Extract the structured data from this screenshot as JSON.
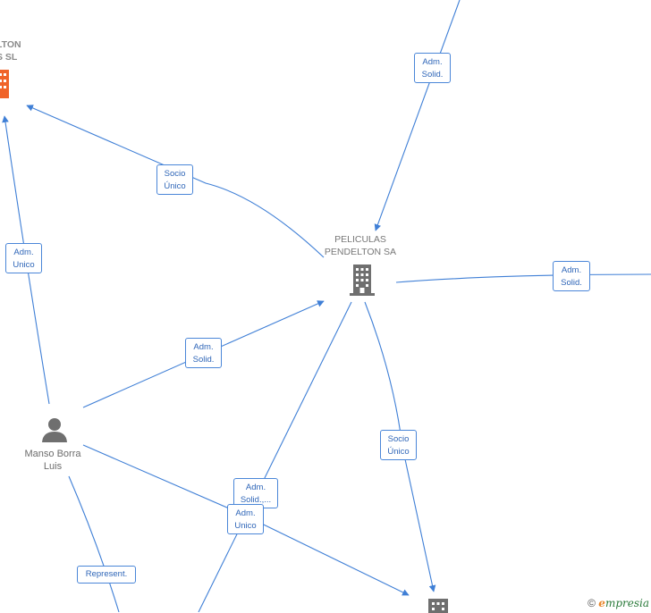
{
  "nodes": {
    "peliculas": {
      "name_line1": "PELICULAS",
      "name_line2": "PENDELTON SA"
    },
    "top_left": {
      "name_line1": "LTON",
      "name_line2": "S  SL"
    },
    "person": {
      "name_line1": "Manso Borra",
      "name_line2": "Luis"
    }
  },
  "edges": {
    "adm_solid_top": "Adm.\nSolid.",
    "socio_unico_tl": "Socio\nÚnico",
    "adm_unico_left": "Adm.\nUnico",
    "adm_solid_right": "Adm.\nSolid.",
    "adm_solid_person": "Adm.\nSolid.",
    "socio_unico_bottom": "Socio\nÚnico",
    "adm_solid_trunc": "Adm.\nSolid.,...",
    "adm_unico_bottom": "Adm.\nUnico",
    "represent": "Represent."
  },
  "colors": {
    "edge": "#3f7fd6",
    "building_gray": "#6f6f6f",
    "building_orange": "#f0642a"
  },
  "watermark": {
    "symbol": "©",
    "brand_first": "e",
    "brand_rest": "mpresia"
  }
}
